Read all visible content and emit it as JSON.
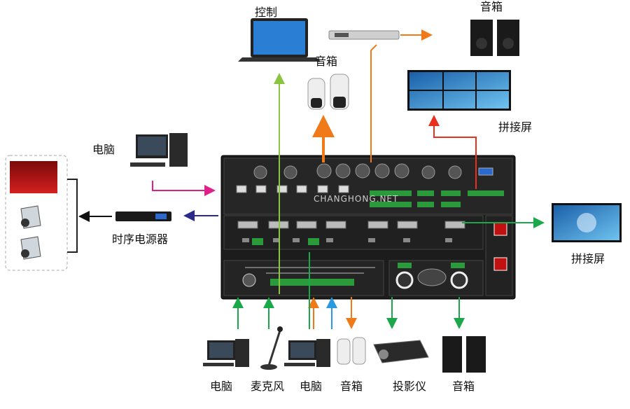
{
  "labels": {
    "control": "控制",
    "speaker_top": "音箱",
    "speaker_mid": "音箱",
    "computer_left": "电脑",
    "sequencer": "时序电源器",
    "video_wall_top": "拼接屏",
    "video_wall_right": "拼接屏",
    "bottom": [
      "电脑",
      "麦克风",
      "电脑",
      "音箱",
      "投影仪",
      "音箱"
    ]
  },
  "watermark": "CHANGHONG.NET",
  "colors": {
    "green": "#1aa84a",
    "orange": "#f07a1a",
    "lime": "#8bc53f",
    "magenta": "#e0208a",
    "navy": "#2a2a8a",
    "red": "#e8301c",
    "blue": "#2a9ae0",
    "black": "#111111"
  }
}
